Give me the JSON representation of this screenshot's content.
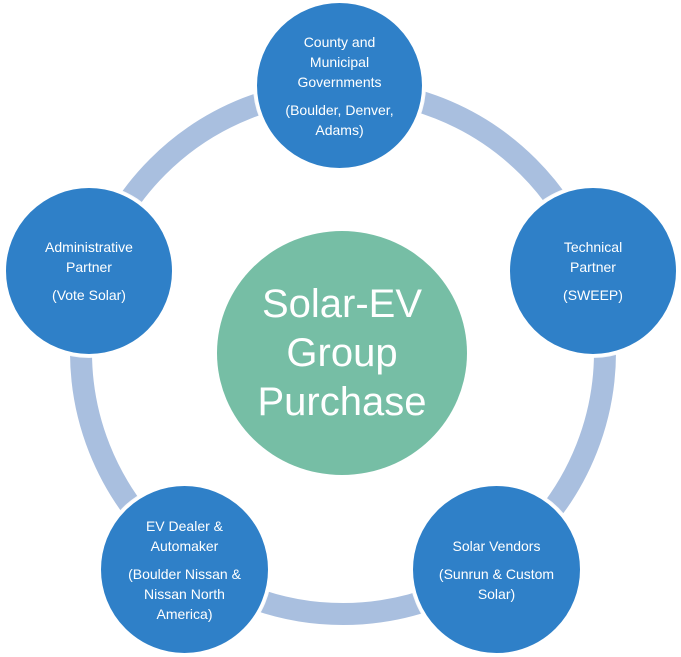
{
  "center": {
    "label": "Solar-EV Group Purchase"
  },
  "nodes": [
    {
      "title": "County and Municipal Governments",
      "sub": "(Boulder, Denver, Adams)"
    },
    {
      "title": "Technical Partner",
      "sub": "(SWEEP)"
    },
    {
      "title": "Solar Vendors",
      "sub": "(Sunrun & Custom Solar)"
    },
    {
      "title": "EV Dealer & Automaker",
      "sub": "(Boulder Nissan & Nissan North America)"
    },
    {
      "title": "Administrative Partner",
      "sub": "(Vote Solar)"
    }
  ],
  "colors": {
    "node": "#2f80c8",
    "center": "#76bea5",
    "ring": "#a9bfdf"
  }
}
